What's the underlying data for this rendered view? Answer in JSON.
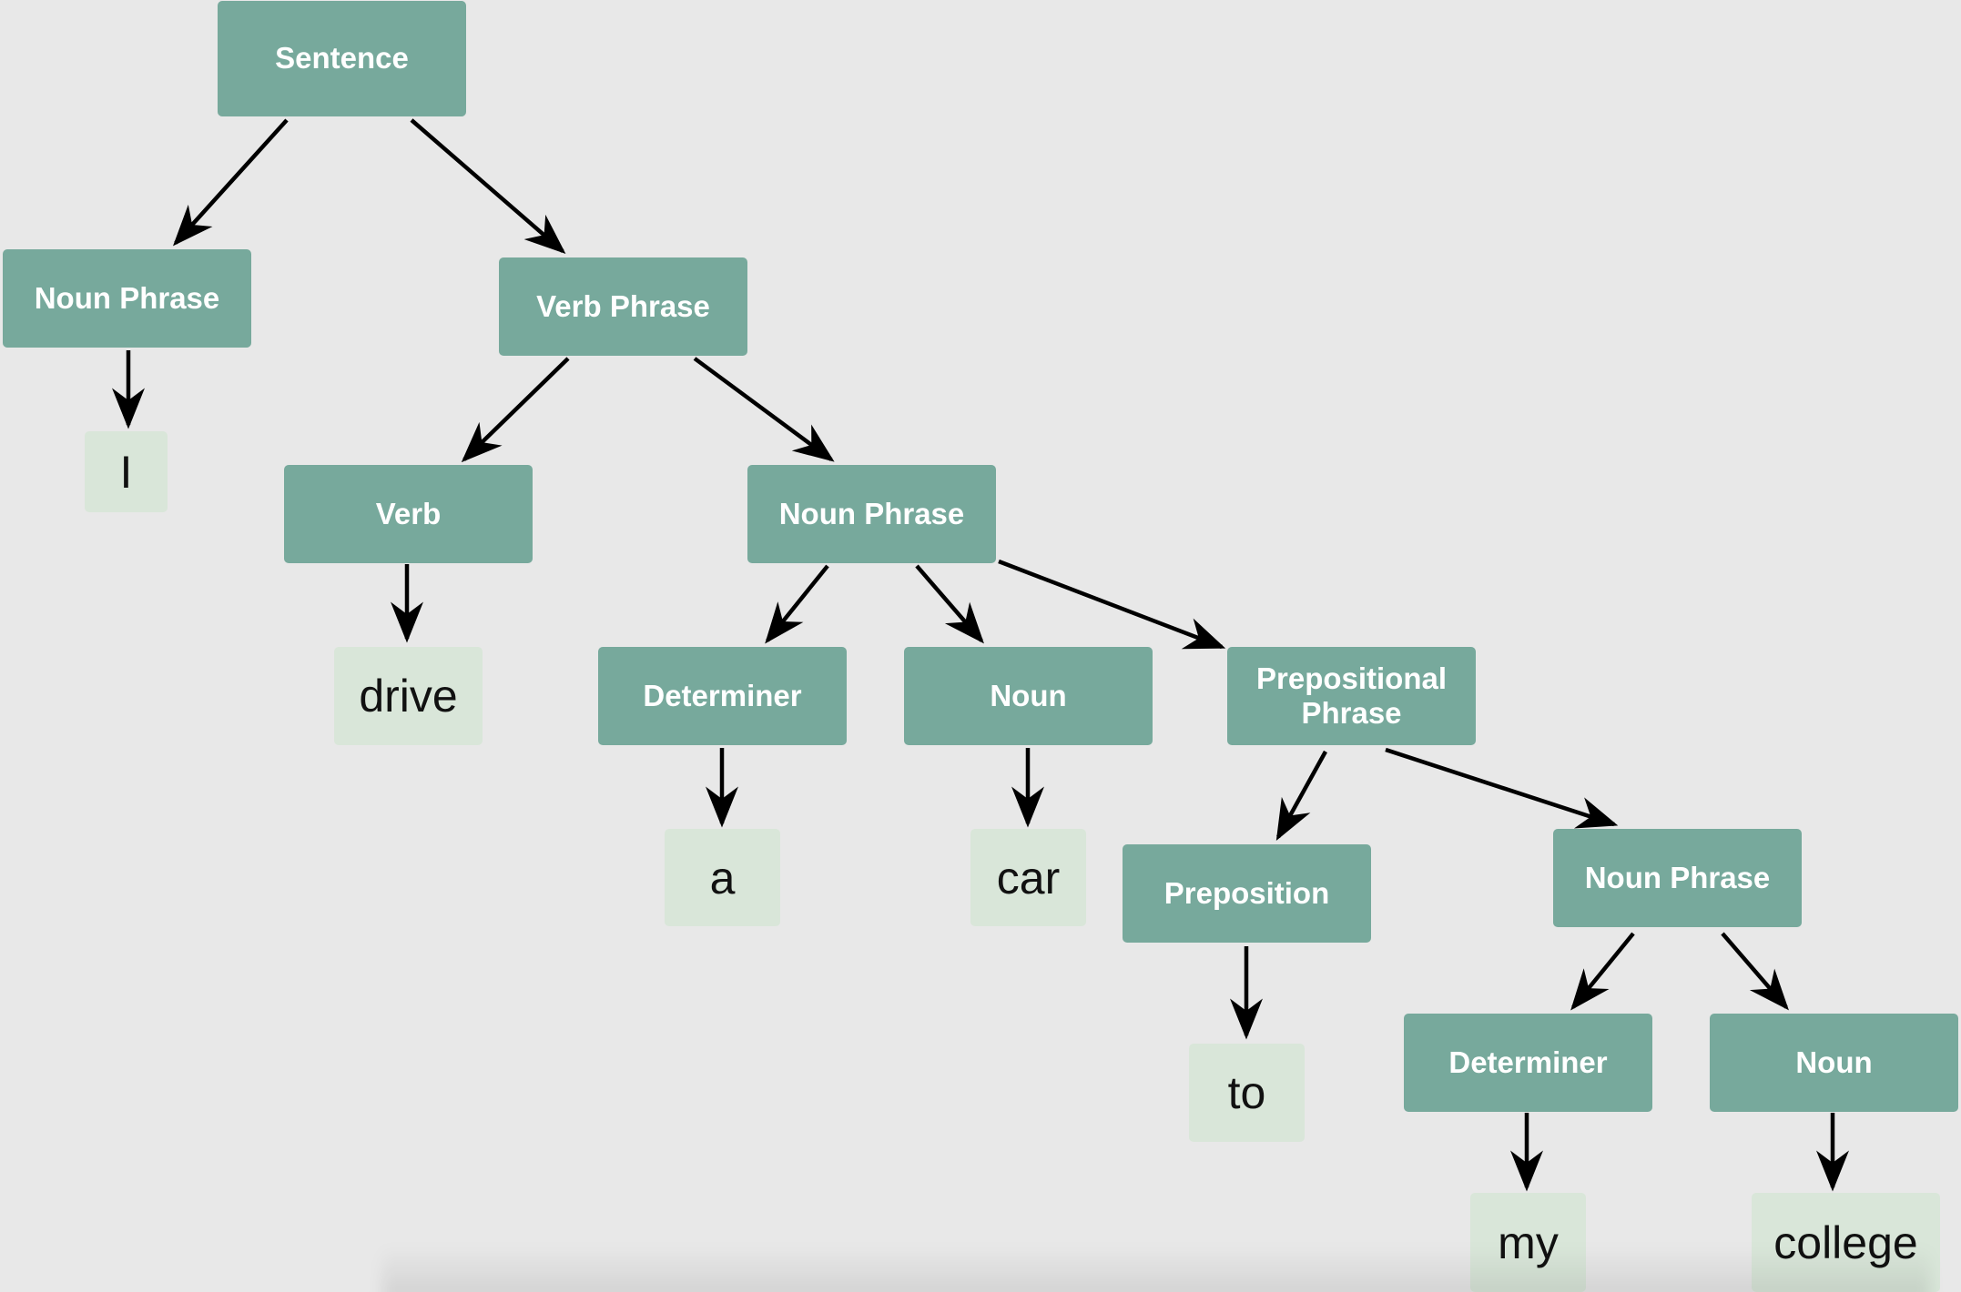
{
  "tree": {
    "sentence": "Sentence",
    "np_subject": "Noun Phrase",
    "word_i": "I",
    "vp": "Verb Phrase",
    "verb": "Verb",
    "word_drive": "drive",
    "np_object": "Noun Phrase",
    "det_1": "Determiner",
    "word_a": "a",
    "noun_1": "Noun",
    "word_car": "car",
    "pp": "Prepositional Phrase",
    "prep": "Preposition",
    "word_to": "to",
    "np_pp": "Noun Phrase",
    "det_2": "Determiner",
    "word_my": "my",
    "noun_2": "Noun",
    "word_college": "college"
  },
  "colors": {
    "category_box": "#77a99c",
    "category_text": "#ffffff",
    "word_box": "#d9e6d9",
    "word_text": "#111111",
    "arrow": "#000000",
    "background": "#e8e8e8"
  }
}
